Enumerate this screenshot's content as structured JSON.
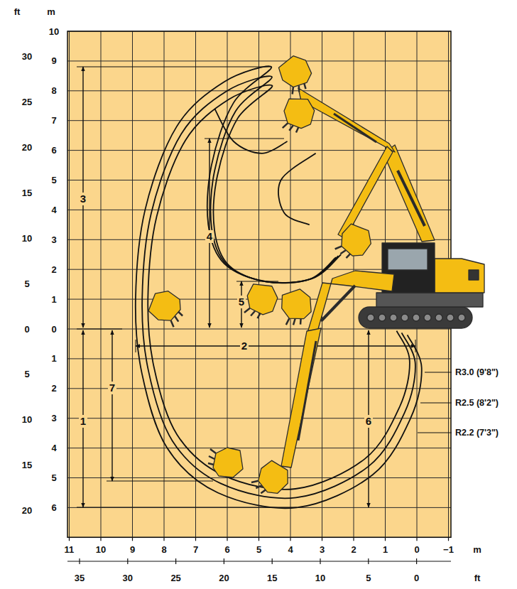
{
  "diagram": {
    "labels": [
      "ft",
      "m",
      "30",
      "25",
      "20",
      "15",
      "10",
      "5",
      "0",
      "5",
      "10",
      "15",
      "20",
      "10",
      "9",
      "8",
      "7",
      "6",
      "5",
      "4",
      "3",
      "2",
      "1",
      "0",
      "1",
      "2",
      "3",
      "4",
      "5",
      "6",
      "11",
      "10",
      "9",
      "8",
      "7",
      "6",
      "5",
      "4",
      "3",
      "2",
      "1",
      "0",
      "−1",
      "m",
      "35",
      "30",
      "25",
      "20",
      "15",
      "10",
      "5",
      "0",
      "ft",
      "3",
      "4",
      "5",
      "2",
      "1",
      "7",
      "6",
      "R3.0 (9'8\")",
      "R2.5 (8'2\")",
      "R2.2 (7'3\")"
    ]
  }
}
